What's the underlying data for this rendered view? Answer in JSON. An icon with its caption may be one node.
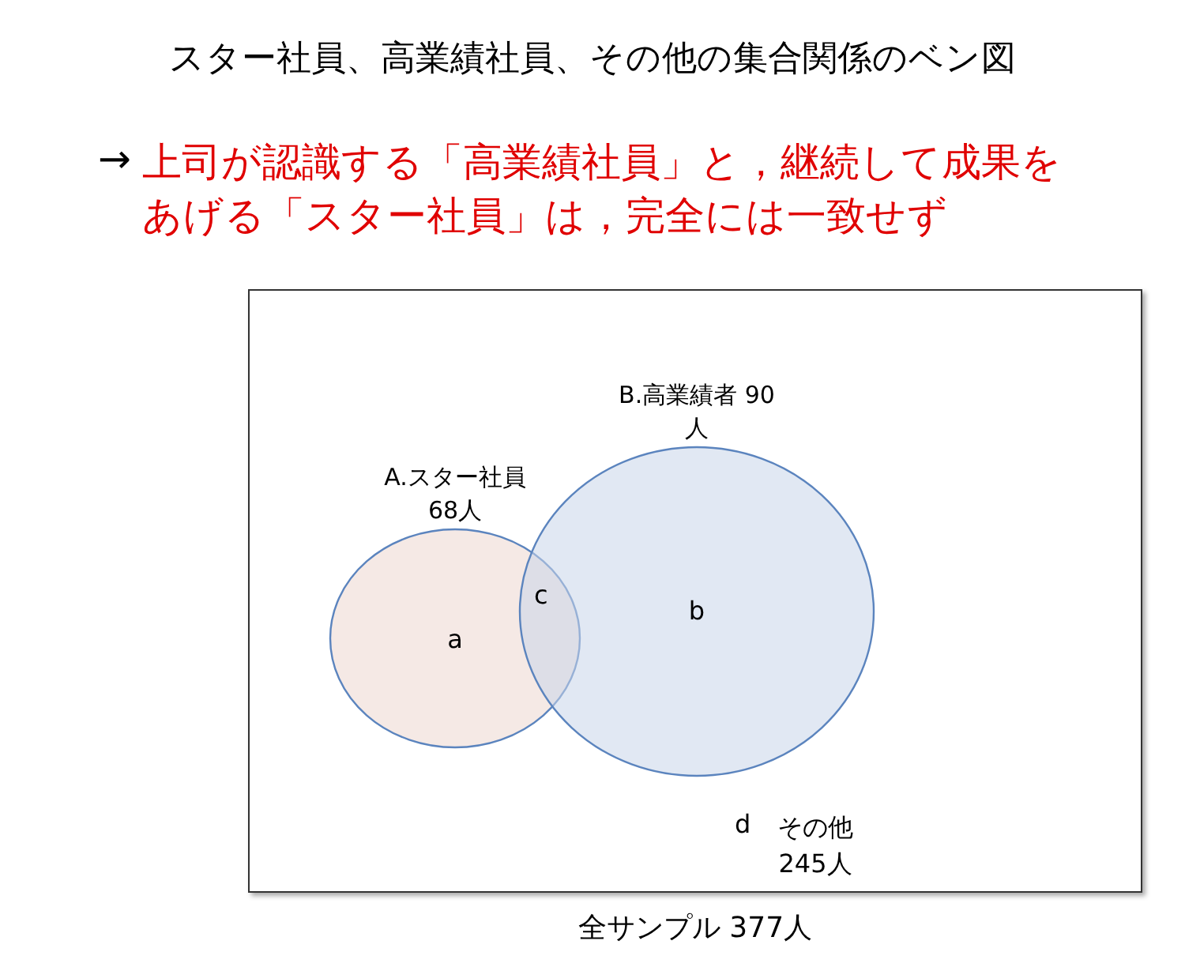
{
  "diagram": {
    "title": "スター社員、高業績社員、その他の集合関係のベン図",
    "nodes": [
      {
        "text": [
          "全サンプル 377人"
        ]
      },
      {
        "text": [
          "A.スター社員 68人",
          "a"
        ],
        "in": 0
      },
      {
        "text": [
          "B.高業績者 90人",
          "b"
        ],
        "in": 0
      }
    ],
    "edges": [],
    "labels": [
      "→",
      "上司が認識する「高業績社員」と，継続して成果をあげる「スター社員」は，完全には一致せず",
      "c",
      "d",
      "その他 245人"
    ]
  }
}
